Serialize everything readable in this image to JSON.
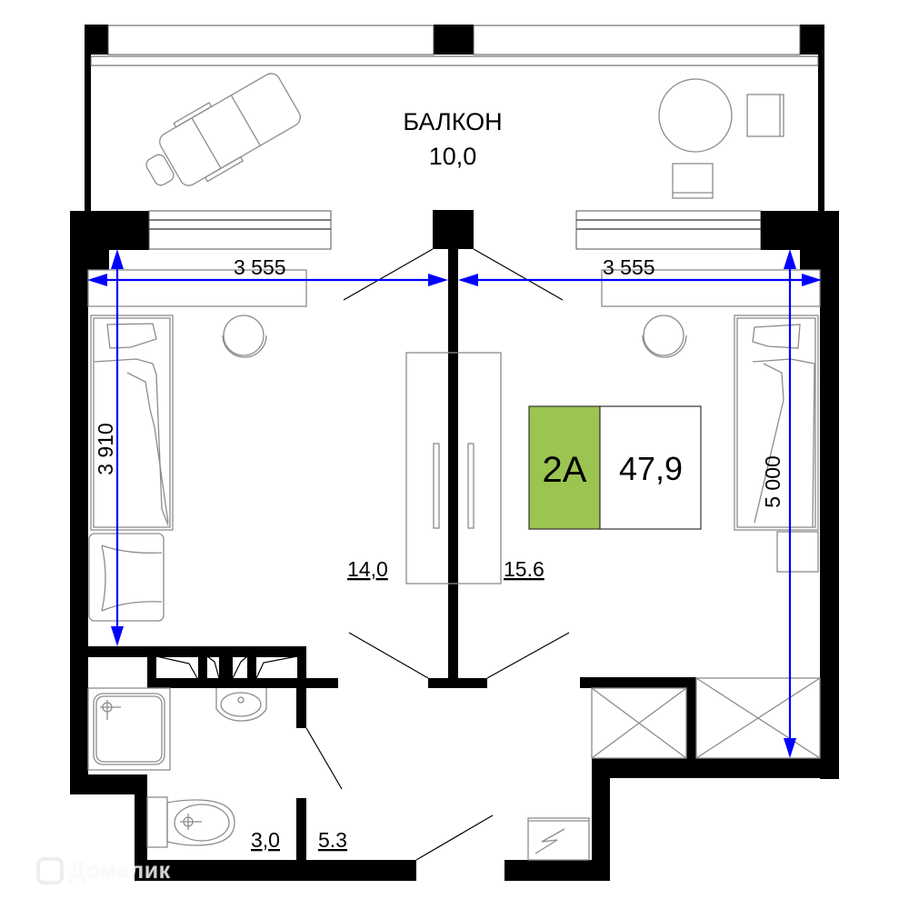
{
  "plan": {
    "unit_code": "2A",
    "total_area": "47,9",
    "badge_color": "#9cc450",
    "dimension_color": "#0000ff",
    "wall_color": "#000000"
  },
  "rooms": {
    "balcony": {
      "name": "БАЛКОН",
      "area": "10,0"
    },
    "room_left": {
      "area": "14,0"
    },
    "room_right": {
      "area": "15.6"
    },
    "bathroom": {
      "area": "3,0"
    },
    "hallway": {
      "area": "5.3"
    }
  },
  "dimensions": {
    "left_width": "3 555",
    "right_width": "3 555",
    "left_depth": "3 910",
    "right_depth": "5 000"
  },
  "icons": {
    "watermark_logo": "domclick-house-icon",
    "electrical_panel": "lightning-icon",
    "ventilation_shaft": "cross-box-icon"
  },
  "watermark": {
    "text": "Домклик"
  }
}
